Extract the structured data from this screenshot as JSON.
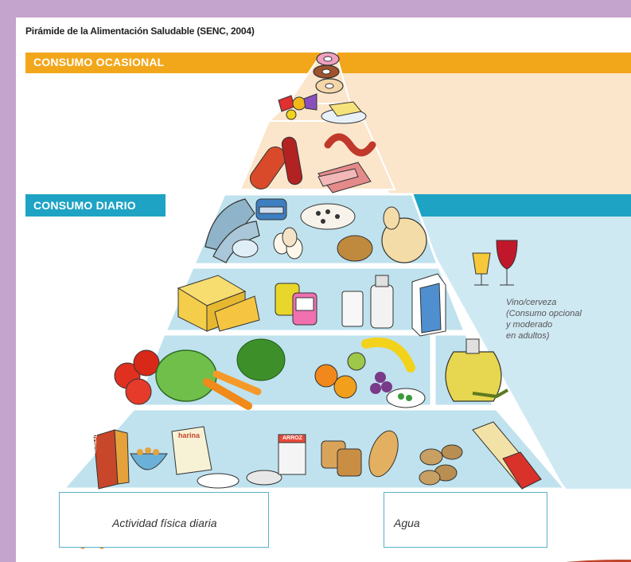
{
  "title": "Pirámide de la Alimentación Saludable (SENC, 2004)",
  "bands": {
    "occasional": "CONSUMO OCASIONAL",
    "daily": "CONSUMO DIARIO"
  },
  "wine_note": {
    "line1": "Vino/cerveza",
    "line2": "(Consumo opcional",
    "line3": "y moderado",
    "line4": "en adultos)"
  },
  "food_labels": {
    "cereals_box": "CEREALES INTEGRALES",
    "flour_bag": "harina",
    "rice_box": "ARROZ"
  },
  "bottom": {
    "activity": "Actividad física diaria",
    "water": "Agua"
  },
  "colors": {
    "occasional_band": "#f2a71b",
    "occasional_fill": "#fbe6cc",
    "daily_band": "#1ea3c4",
    "daily_fill": "#cfe9f3",
    "pyramid_tier": "#bfe2ee",
    "frame_bg": "#c4a4cc"
  }
}
